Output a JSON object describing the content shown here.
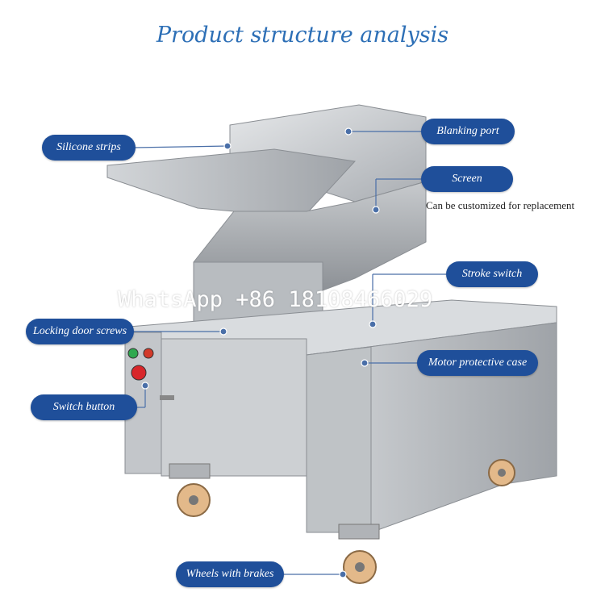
{
  "title": "Product structure analysis",
  "labels": {
    "silicone_strips": "Silicone strips",
    "blanking_port": "Blanking port",
    "screen": "Screen",
    "screen_note": "Can be customized for replacement",
    "stroke_switch": "Stroke switch",
    "locking_door_screws": "Locking door screws",
    "motor_protective_case": "Motor protective case",
    "switch_button": "Switch button",
    "wheels_with_brakes": "Wheels with brakes"
  },
  "watermark": "WhatsApp +86 18108466029",
  "colors": {
    "pill": "#1f4f9a",
    "title": "#2d6fb6",
    "steel": "#c9ccd0",
    "wheel": "#e3b98a"
  }
}
